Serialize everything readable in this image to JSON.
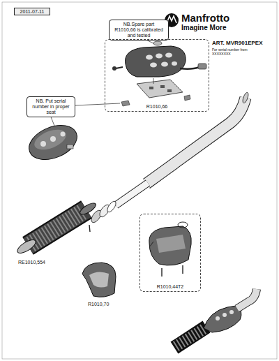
{
  "diagram": {
    "nodes": [
      {
        "text": [
          "2011-07-11"
        ]
      },
      {
        "text": [
          "NB.Spare part R1010,66 is calibrated and tested"
        ]
      },
      {
        "text": [
          "NB. Put serial number in proper seat"
        ]
      },
      {
        "text": [
          "R1010,66"
        ]
      },
      {
        "text": [
          "R1010,44T2"
        ]
      }
    ],
    "labels": [
      "Manfrotto",
      "Imagine More",
      "ART. MVR901EPEX",
      "For serial number from XXXXXXXX",
      "RE1010,554",
      "R1010,70"
    ]
  }
}
